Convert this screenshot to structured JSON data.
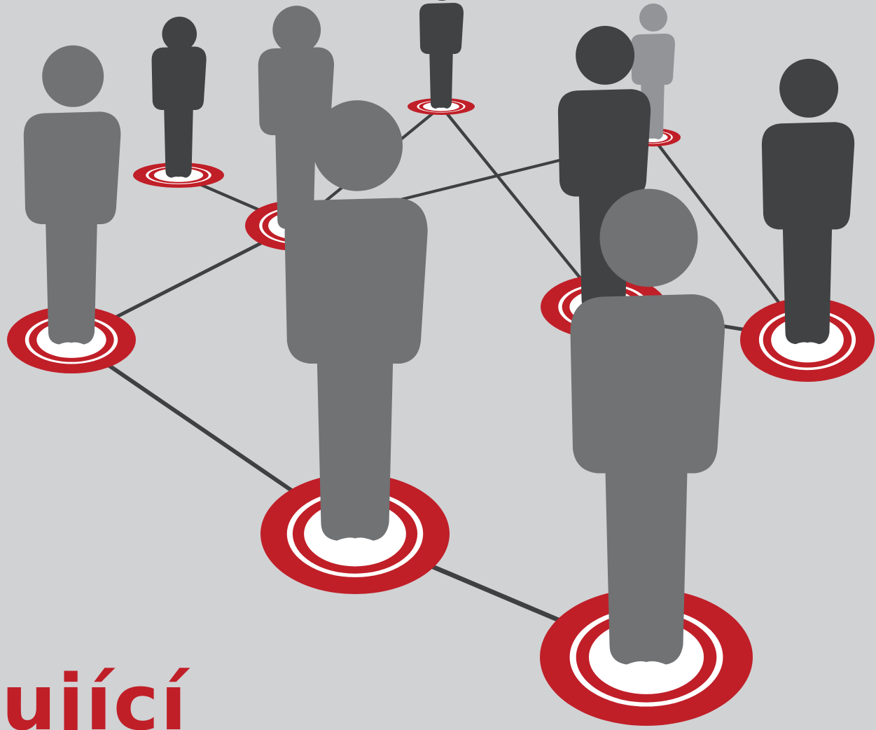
{
  "caption": {
    "text": "ující"
  },
  "colors": {
    "background": "#d1d2d4",
    "accent_red": "#c01f28",
    "link_line": "#3f4042",
    "figure_dark": "#414244",
    "figure_mid": "#707274",
    "figure_light": "#929497",
    "ring_white": "#ffffff"
  },
  "network": {
    "figures": [
      {
        "id": "n1",
        "shade": "figure_dark"
      },
      {
        "id": "n2",
        "shade": "figure_mid"
      },
      {
        "id": "n3",
        "shade": "figure_dark"
      },
      {
        "id": "n4",
        "shade": "figure_light"
      },
      {
        "id": "n5",
        "shade": "figure_mid"
      },
      {
        "id": "n6",
        "shade": "figure_dark"
      },
      {
        "id": "n7",
        "shade": "figure_dark"
      },
      {
        "id": "n8",
        "shade": "figure_mid"
      },
      {
        "id": "n9",
        "shade": "figure_mid"
      }
    ],
    "links": [
      [
        "n1",
        "n2"
      ],
      [
        "n2",
        "n3"
      ],
      [
        "n2",
        "n4"
      ],
      [
        "n2",
        "n5"
      ],
      [
        "n2",
        "n8"
      ],
      [
        "n3",
        "n6"
      ],
      [
        "n4",
        "n7"
      ],
      [
        "n5",
        "n8"
      ],
      [
        "n6",
        "n7"
      ],
      [
        "n6",
        "n9"
      ],
      [
        "n8",
        "n9"
      ]
    ]
  }
}
